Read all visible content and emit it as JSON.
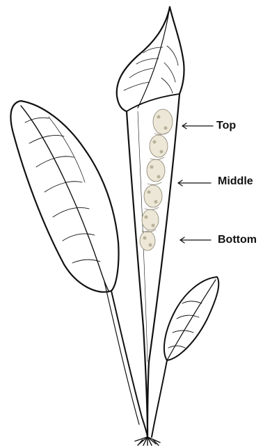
{
  "labels": {
    "top": "Top",
    "middle": "Middle",
    "bottom": "Bottom"
  },
  "icons": {
    "plant": "spathe-plant-illustration",
    "arrow": "arrow-left-icon"
  },
  "colors": {
    "line": "#111111",
    "background": "#ffffff",
    "flower_fill": "#ece7d6",
    "flower_shade": "#b9b29a"
  }
}
